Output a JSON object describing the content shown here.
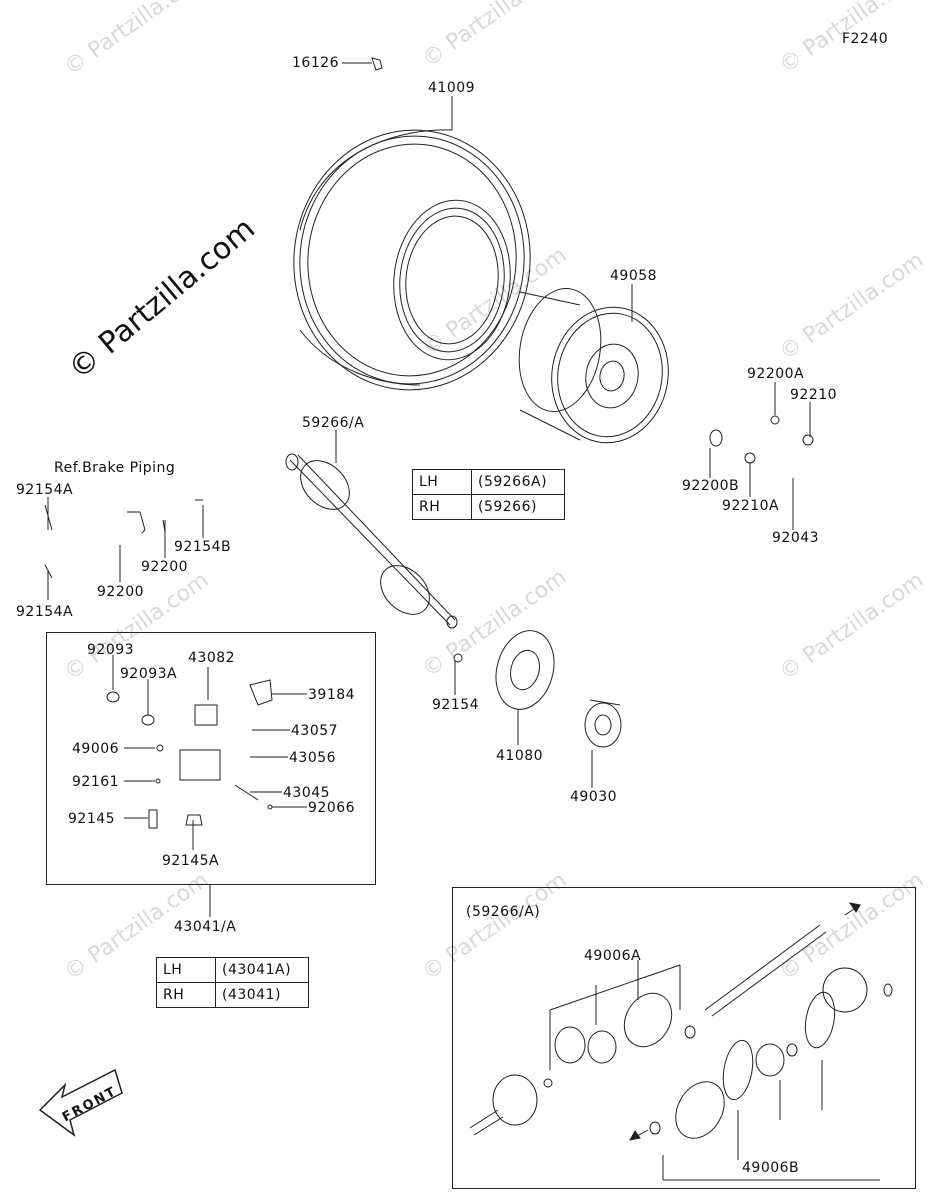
{
  "diagram_code": "F2240",
  "watermark": "© Partzilla.com",
  "brand_watermark": "© Partzilla.com",
  "ref_note": "Ref.Brake Piping",
  "front_label": "FRONT",
  "parts": {
    "p16126": "16126",
    "p41009": "41009",
    "p49058": "49058",
    "p59266": "59266/A",
    "p92200A": "92200A",
    "p92210": "92210",
    "p92200B": "92200B",
    "p92210A": "92210A",
    "p92043": "92043",
    "p92154A_1": "92154A",
    "p92154A_2": "92154A",
    "p92154B": "92154B",
    "p92200_1": "92200",
    "p92200_2": "92200",
    "p92154": "92154",
    "p41080": "41080",
    "p49030": "49030",
    "p92093": "92093",
    "p92093A": "92093A",
    "p43082": "43082",
    "p39184": "39184",
    "p43057": "43057",
    "p43056": "43056",
    "p49006": "49006",
    "p92161": "92161",
    "p43045": "43045",
    "p92066": "92066",
    "p92145": "92145",
    "p92145A": "92145A",
    "p43041": "43041/A",
    "p49006A": "49006A",
    "p49006B": "49006B",
    "inset_title": "(59266/A)"
  },
  "tables": {
    "axle": [
      {
        "side": "LH",
        "part": "(59266A)"
      },
      {
        "side": "RH",
        "part": "(59266)"
      }
    ],
    "caliper": [
      {
        "side": "LH",
        "part": "(43041A)"
      },
      {
        "side": "RH",
        "part": "(43041)"
      }
    ]
  }
}
